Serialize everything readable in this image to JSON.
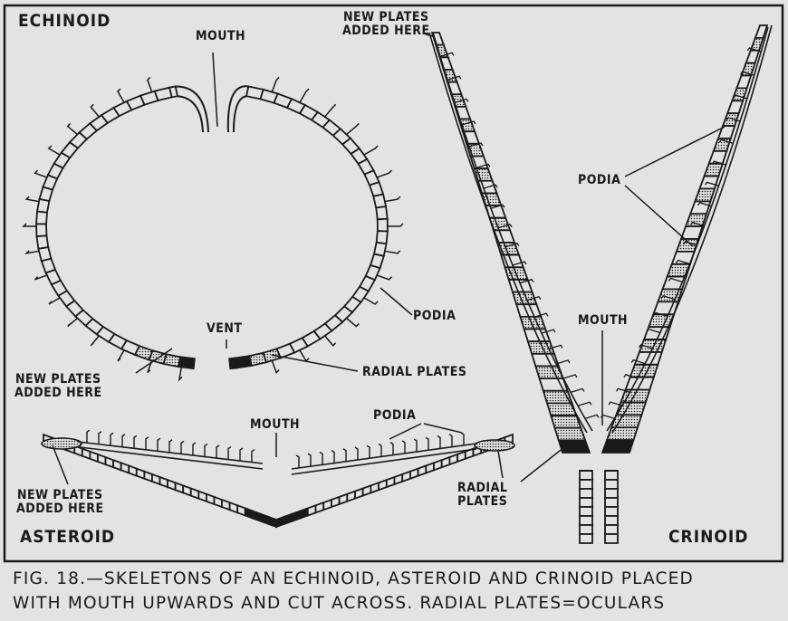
{
  "figure": {
    "echinoid": {
      "title": "ECHINOID",
      "mouth": "MOUTH",
      "new_plates_top": [
        "NEW PLATES",
        "ADDED HERE"
      ],
      "vent": "VENT",
      "podia": "PODIA",
      "radial_plates": "RADIAL PLATES",
      "new_plates_bottom": [
        "NEW PLATES",
        "ADDED HERE"
      ]
    },
    "asteroid": {
      "title": "ASTEROID",
      "mouth": "MOUTH",
      "podia": "PODIA",
      "new_plates": [
        "NEW PLATES",
        "ADDED HERE"
      ],
      "radial_plates": [
        "RADIAL",
        "PLATES"
      ]
    },
    "crinoid": {
      "title": "CRINOID",
      "podia": "PODIA",
      "mouth": "MOUTH"
    }
  },
  "caption": {
    "line1": "FIG. 18.—SKELETONS OF AN ECHINOID, ASTEROID AND CRINOID PLACED",
    "line2": "WITH MOUTH UPWARDS AND CUT ACROSS.  RADIAL PLATES=OCULARS"
  },
  "colors": {
    "ink": "#1a1a1a",
    "paper": "#e3e3e1"
  }
}
